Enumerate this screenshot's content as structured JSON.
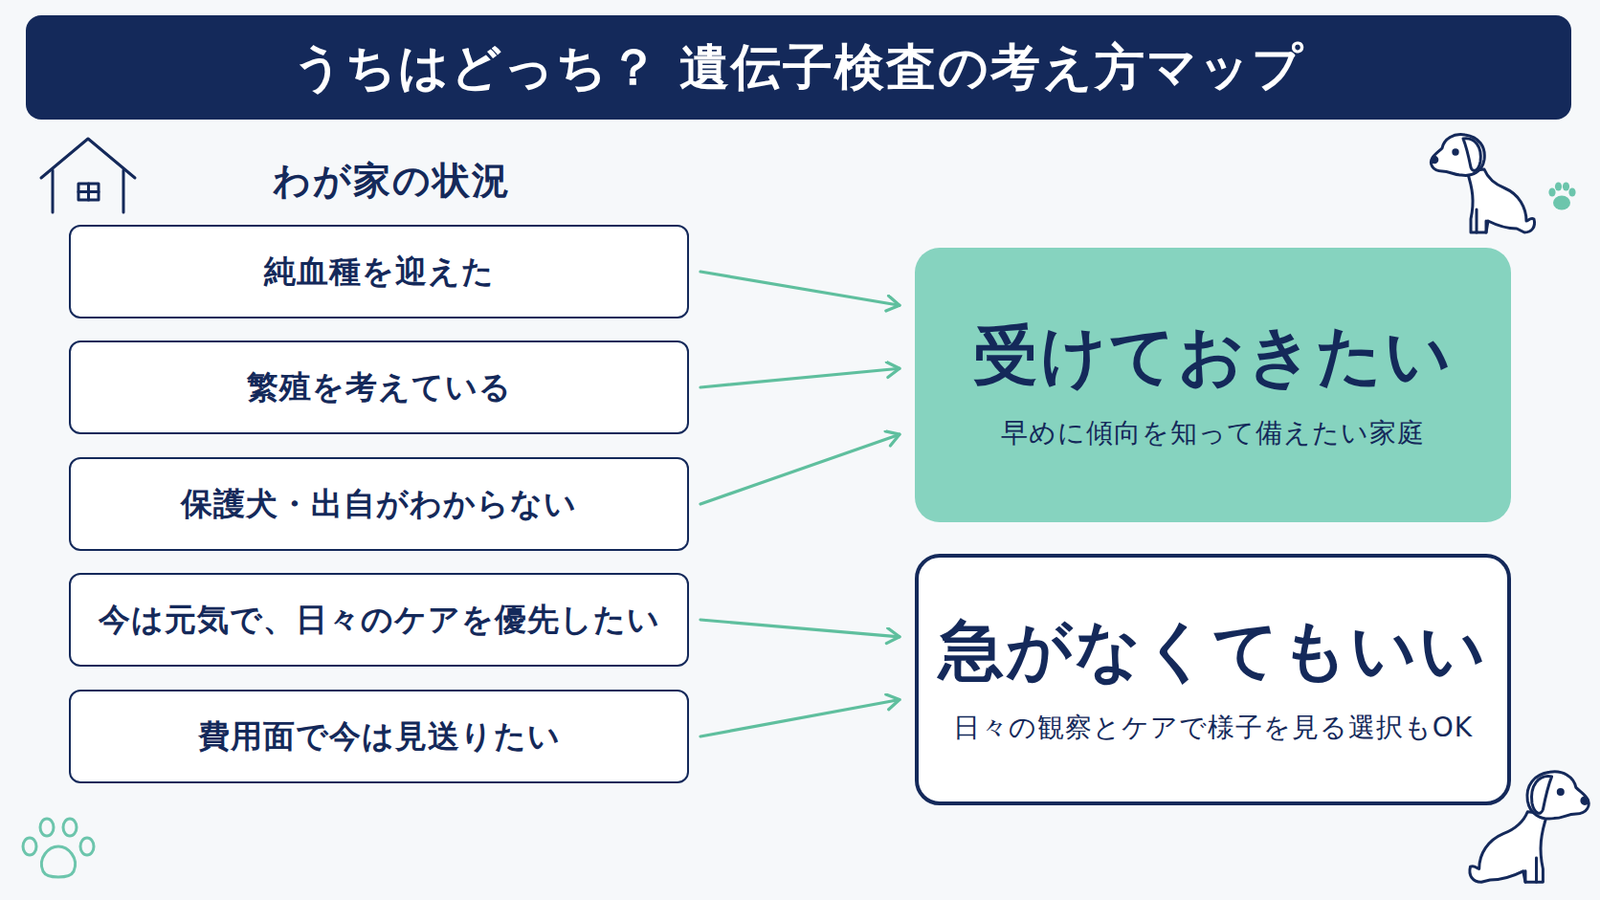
{
  "diagram": {
    "title": "うちはどっち？ 遺伝子検査の考え方マップ",
    "nodes": [
      {
        "text": [
          "純血種を迎えた"
        ]
      },
      {
        "text": [
          "繁殖を考えている"
        ]
      },
      {
        "text": [
          "保護犬・出自がわからない"
        ]
      },
      {
        "text": [
          "今は元気で、日々のケアを優先したい"
        ]
      },
      {
        "text": [
          "費用面で今は見送りたい"
        ]
      },
      {
        "text": [
          "受けておきたい",
          "早めに傾向を知って備えたい家庭"
        ]
      },
      {
        "text": [
          "急がなくてもいい",
          "日々の観察とケアで様子を見る選択もOK"
        ]
      }
    ],
    "edges": [
      {
        "from": 0,
        "to": 5,
        "arrow": "to"
      },
      {
        "from": 1,
        "to": 5,
        "arrow": "to"
      },
      {
        "from": 2,
        "to": 5,
        "arrow": "to"
      },
      {
        "from": 3,
        "to": 6,
        "arrow": "to"
      },
      {
        "from": 4,
        "to": 6,
        "arrow": "to"
      }
    ],
    "labels": [
      "わが家の状況"
    ]
  }
}
